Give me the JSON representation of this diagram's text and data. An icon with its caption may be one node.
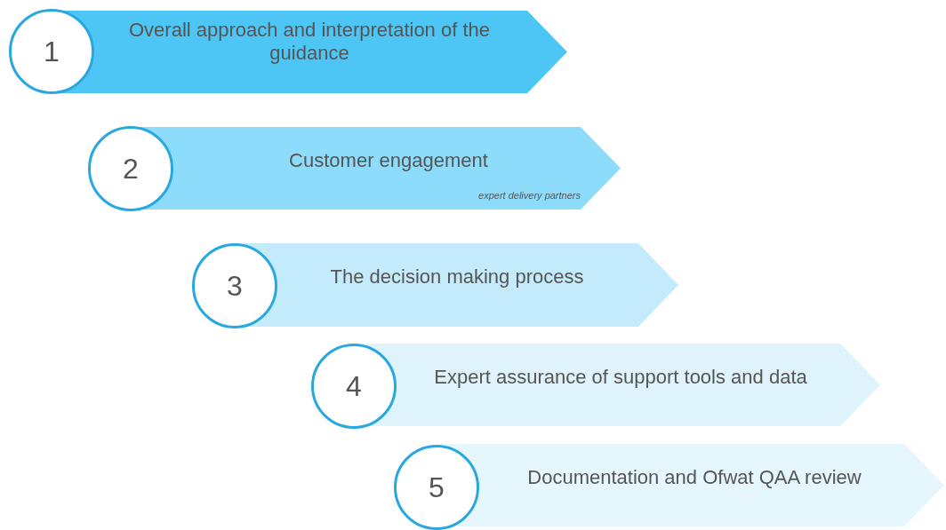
{
  "diagram": {
    "nodes": [
      {
        "text": [
          "1"
        ]
      },
      {
        "text": [
          "Overall approach and interpretation of the guidance"
        ]
      },
      {
        "text": [
          "2"
        ]
      },
      {
        "text": [
          "Customer engagement",
          "expert delivery partners"
        ]
      },
      {
        "text": [
          "3"
        ]
      },
      {
        "text": [
          "The decision making process"
        ]
      },
      {
        "text": [
          "4"
        ]
      },
      {
        "text": [
          "Expert assurance of support tools and data"
        ]
      },
      {
        "text": [
          "5"
        ]
      },
      {
        "text": [
          "Documentation and Ofwat QAA review"
        ]
      }
    ]
  }
}
